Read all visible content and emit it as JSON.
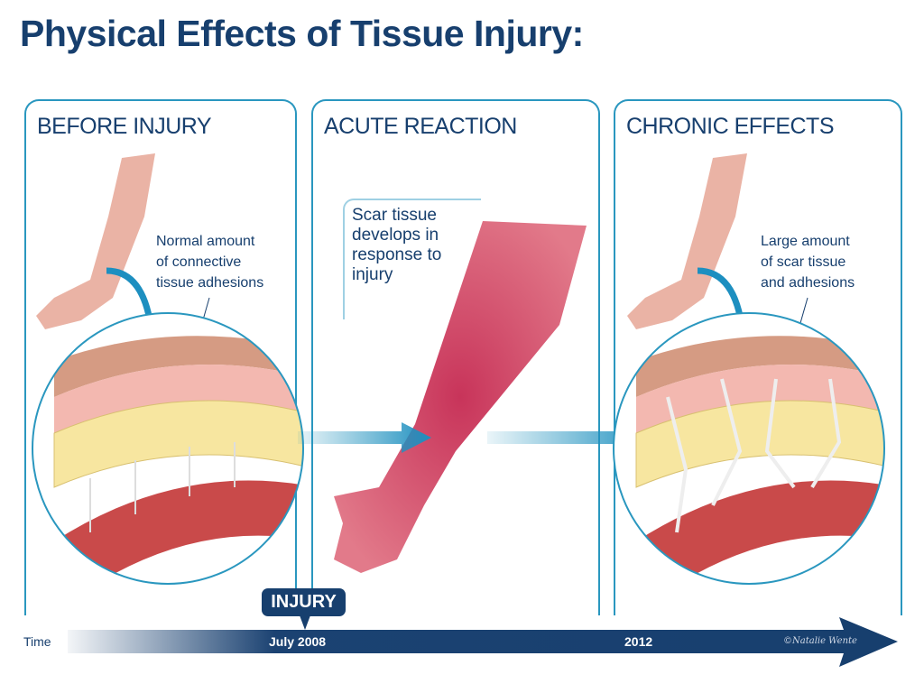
{
  "title": "Physical Effects of Tissue Injury:",
  "panels": [
    {
      "heading": "BEFORE INJURY",
      "note": [
        "Normal amount",
        "of connective",
        "tissue adhesions"
      ]
    },
    {
      "heading": "ACUTE REACTION",
      "callout": "Scar tissue develops in response to injury"
    },
    {
      "heading": "CHRONIC EFFECTS",
      "note": [
        "Large amount",
        "of scar tissue",
        "and adhesions"
      ]
    }
  ],
  "timeline": {
    "axis_label": "Time",
    "event_badge": "INJURY",
    "marks": [
      "July 2008",
      "2012"
    ],
    "signature": "©Natalie Wente"
  },
  "colors": {
    "navy": "#173f6e",
    "accent": "#2a97bf",
    "skin": "#e9a99a",
    "inflamed": "#c83a5a"
  }
}
